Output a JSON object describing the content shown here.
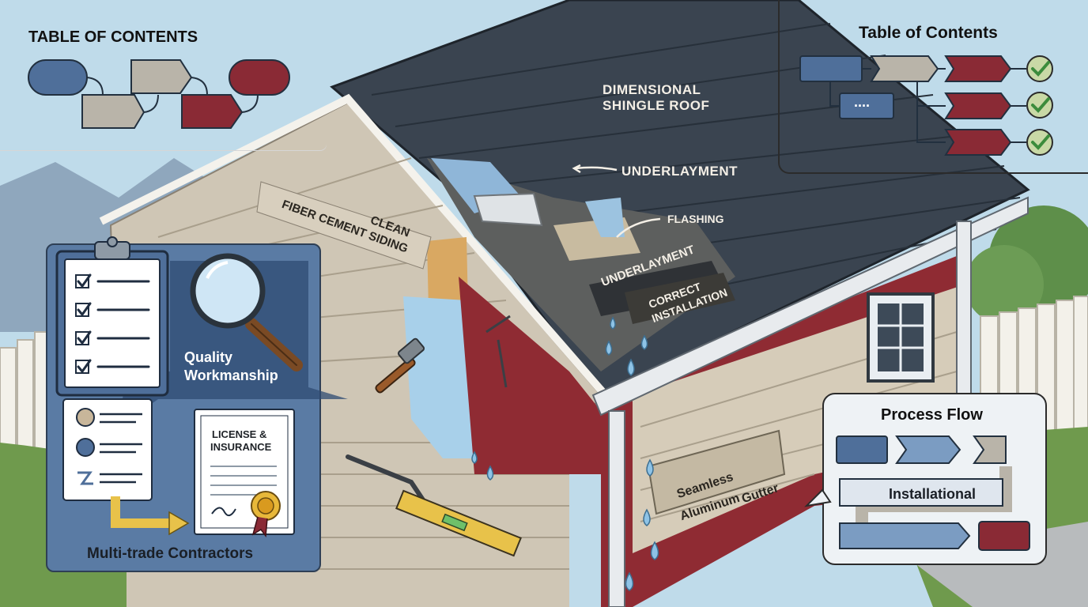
{
  "toc_left": {
    "title": "TABLE OF CONTENTS"
  },
  "toc_right": {
    "title": "Table of Contents",
    "ellipsis": "...."
  },
  "roof": {
    "shingle_label_line1": "DIMENSIONAL",
    "shingle_label_line2": "SHINGLE ROOF",
    "underlayment_top": "UNDERLAYMENT",
    "flashing": "FLASHING",
    "underlayment_board": "UNDERLAYMENT",
    "correct_line1": "CORRECT",
    "correct_line2": "INSTALLATION"
  },
  "siding": {
    "line1": "CLEAN",
    "line2": "FIBER CEMENT SIDING"
  },
  "gutter": {
    "line1": "Seamless",
    "line2": "Aluminum",
    "line3": "Gutter"
  },
  "qa": {
    "quality_line1": "Quality",
    "quality_line2": "Workmanship",
    "license_line1": "LICENSE &",
    "license_line2": "INSURANCE",
    "multitrade": "Multi-trade Contractors"
  },
  "process_flow": {
    "title": "Process Flow",
    "step_label": "Installational"
  },
  "colors": {
    "blue": "#4f6f9a",
    "taupe": "#b9b4a9",
    "maroon": "#8a2a35",
    "check_green": "#3c8c3c",
    "roof_dark": "#3a4450",
    "siding": "#cfc6b5",
    "red_siding": "#8f2b33"
  }
}
